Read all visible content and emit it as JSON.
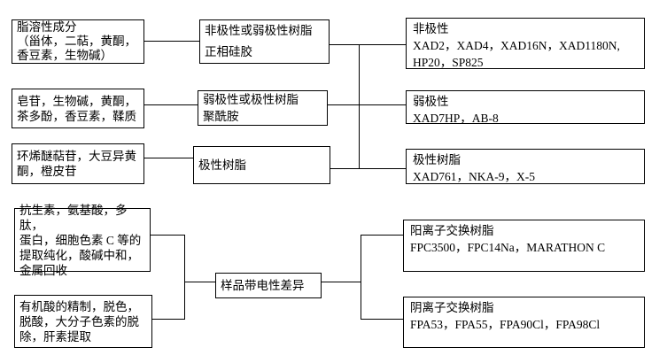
{
  "flowchart": {
    "colors": {
      "border": "#000000",
      "background": "#ffffff",
      "text": "#000000"
    },
    "left_column": [
      {
        "text": "脂溶性成分\n（甾体，二萜，黄酮，\n香豆素，生物碱）"
      },
      {
        "text": "皂苷，生物碱，黄酮，\n茶多酚，香豆素，鞣质"
      },
      {
        "text": "环烯醚萜苷，大豆异黄\n酮，橙皮苷"
      },
      {
        "text": "抗生素，氨基酸，多肽，\n蛋白，细胞色素 C 等的\n提取纯化，酸碱中和，\n金属回收"
      },
      {
        "text": "有机酸的精制，脱色，\n脱酸，大分子色素的脱\n除，肝素提取"
      }
    ],
    "middle_column": [
      {
        "text": "非极性或弱极性树脂\n正相硅胶"
      },
      {
        "text": "弱极性或极性树脂\n聚酰胺"
      },
      {
        "text": "极性树脂"
      },
      {
        "text": "样品带电性差异"
      }
    ],
    "right_column": [
      {
        "text": "非极性\nXAD2，XAD4，XAD16N，XAD1180N,\nHP20，SP825"
      },
      {
        "text": "弱极性\nXAD7HP，AB-8"
      },
      {
        "text": "极性树脂\nXAD761，NKA-9，X-5"
      },
      {
        "text": "阳离子交换树脂\nFPC3500，FPC14Na，MARATHON C"
      },
      {
        "text": "阴离子交换树脂\nFPA53，FPA55，FPA90Cl，FPA98Cl"
      }
    ]
  }
}
